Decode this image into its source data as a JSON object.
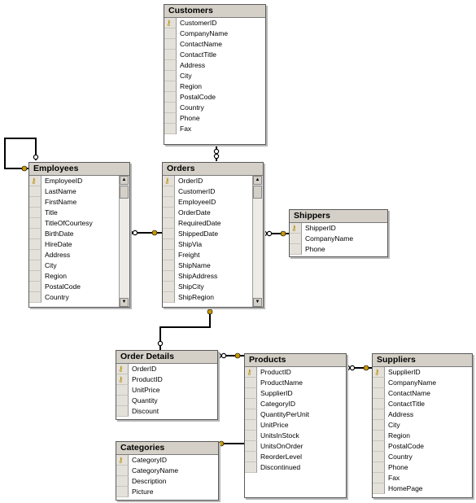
{
  "tables": {
    "customers": {
      "title": "Customers",
      "columns": [
        {
          "name": "CustomerID",
          "key": true
        },
        {
          "name": "CompanyName",
          "key": false
        },
        {
          "name": "ContactName",
          "key": false
        },
        {
          "name": "ContactTitle",
          "key": false
        },
        {
          "name": "Address",
          "key": false
        },
        {
          "name": "City",
          "key": false
        },
        {
          "name": "Region",
          "key": false
        },
        {
          "name": "PostalCode",
          "key": false
        },
        {
          "name": "Country",
          "key": false
        },
        {
          "name": "Phone",
          "key": false
        },
        {
          "name": "Fax",
          "key": false
        }
      ]
    },
    "employees": {
      "title": "Employees",
      "columns": [
        {
          "name": "EmployeeID",
          "key": true
        },
        {
          "name": "LastName",
          "key": false
        },
        {
          "name": "FirstName",
          "key": false
        },
        {
          "name": "Title",
          "key": false
        },
        {
          "name": "TitleOfCourtesy",
          "key": false
        },
        {
          "name": "BirthDate",
          "key": false
        },
        {
          "name": "HireDate",
          "key": false
        },
        {
          "name": "Address",
          "key": false
        },
        {
          "name": "City",
          "key": false
        },
        {
          "name": "Region",
          "key": false
        },
        {
          "name": "PostalCode",
          "key": false
        },
        {
          "name": "Country",
          "key": false
        }
      ]
    },
    "orders": {
      "title": "Orders",
      "columns": [
        {
          "name": "OrderID",
          "key": true
        },
        {
          "name": "CustomerID",
          "key": false
        },
        {
          "name": "EmployeeID",
          "key": false
        },
        {
          "name": "OrderDate",
          "key": false
        },
        {
          "name": "RequiredDate",
          "key": false
        },
        {
          "name": "ShippedDate",
          "key": false
        },
        {
          "name": "ShipVia",
          "key": false
        },
        {
          "name": "Freight",
          "key": false
        },
        {
          "name": "ShipName",
          "key": false
        },
        {
          "name": "ShipAddress",
          "key": false
        },
        {
          "name": "ShipCity",
          "key": false
        },
        {
          "name": "ShipRegion",
          "key": false
        }
      ]
    },
    "shippers": {
      "title": "Shippers",
      "columns": [
        {
          "name": "ShipperID",
          "key": true
        },
        {
          "name": "CompanyName",
          "key": false
        },
        {
          "name": "Phone",
          "key": false
        }
      ]
    },
    "order_details": {
      "title": "Order Details",
      "columns": [
        {
          "name": "OrderID",
          "key": true
        },
        {
          "name": "ProductID",
          "key": true
        },
        {
          "name": "UnitPrice",
          "key": false
        },
        {
          "name": "Quantity",
          "key": false
        },
        {
          "name": "Discount",
          "key": false
        }
      ]
    },
    "products": {
      "title": "Products",
      "columns": [
        {
          "name": "ProductID",
          "key": true
        },
        {
          "name": "ProductName",
          "key": false
        },
        {
          "name": "SupplierID",
          "key": false
        },
        {
          "name": "CategoryID",
          "key": false
        },
        {
          "name": "QuantityPerUnit",
          "key": false
        },
        {
          "name": "UnitPrice",
          "key": false
        },
        {
          "name": "UnitsInStock",
          "key": false
        },
        {
          "name": "UnitsOnOrder",
          "key": false
        },
        {
          "name": "ReorderLevel",
          "key": false
        },
        {
          "name": "Discontinued",
          "key": false
        }
      ]
    },
    "suppliers": {
      "title": "Suppliers",
      "columns": [
        {
          "name": "SupplierID",
          "key": true
        },
        {
          "name": "CompanyName",
          "key": false
        },
        {
          "name": "ContactName",
          "key": false
        },
        {
          "name": "ContactTitle",
          "key": false
        },
        {
          "name": "Address",
          "key": false
        },
        {
          "name": "City",
          "key": false
        },
        {
          "name": "Region",
          "key": false
        },
        {
          "name": "PostalCode",
          "key": false
        },
        {
          "name": "Country",
          "key": false
        },
        {
          "name": "Phone",
          "key": false
        },
        {
          "name": "Fax",
          "key": false
        },
        {
          "name": "HomePage",
          "key": false
        }
      ]
    },
    "categories": {
      "title": "Categories",
      "columns": [
        {
          "name": "CategoryID",
          "key": true
        },
        {
          "name": "CategoryName",
          "key": false
        },
        {
          "name": "Description",
          "key": false
        },
        {
          "name": "Picture",
          "key": false
        }
      ]
    }
  },
  "colors": {
    "title_bar": "#d4d0c8",
    "key_icon": "#b88a00",
    "connector": "#000000"
  },
  "icons": {
    "primary_key": "key-icon",
    "scroll_up": "arrow-up-icon",
    "scroll_down": "arrow-down-icon"
  }
}
